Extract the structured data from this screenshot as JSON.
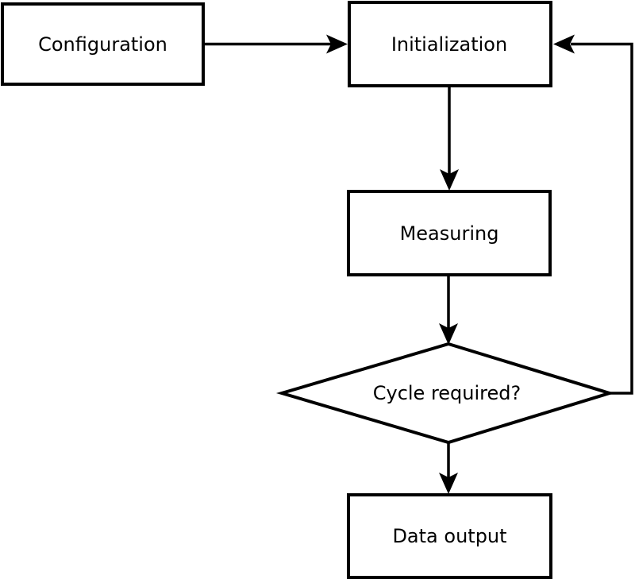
{
  "diagram": {
    "type": "flowchart",
    "colors": {
      "background": "#ffffff",
      "node_fill": "#ffffff",
      "line": "#000000",
      "text": "#000000"
    },
    "nodes": [
      {
        "id": "configuration",
        "label": "Configuration",
        "shape": "rectangle"
      },
      {
        "id": "initialization",
        "label": "Initialization",
        "shape": "rectangle"
      },
      {
        "id": "measuring",
        "label": "Measuring",
        "shape": "rectangle"
      },
      {
        "id": "cycle-required",
        "label": "Cycle required?",
        "shape": "diamond"
      },
      {
        "id": "data-output",
        "label": "Data output",
        "shape": "rectangle"
      }
    ],
    "edges": [
      {
        "from": "configuration",
        "to": "initialization",
        "route": "right"
      },
      {
        "from": "initialization",
        "to": "measuring",
        "route": "down"
      },
      {
        "from": "measuring",
        "to": "cycle-required",
        "route": "down"
      },
      {
        "from": "cycle-required",
        "to": "data-output",
        "route": "down"
      },
      {
        "from": "cycle-required",
        "to": "initialization",
        "route": "right-up-left feedback loop"
      }
    ]
  }
}
